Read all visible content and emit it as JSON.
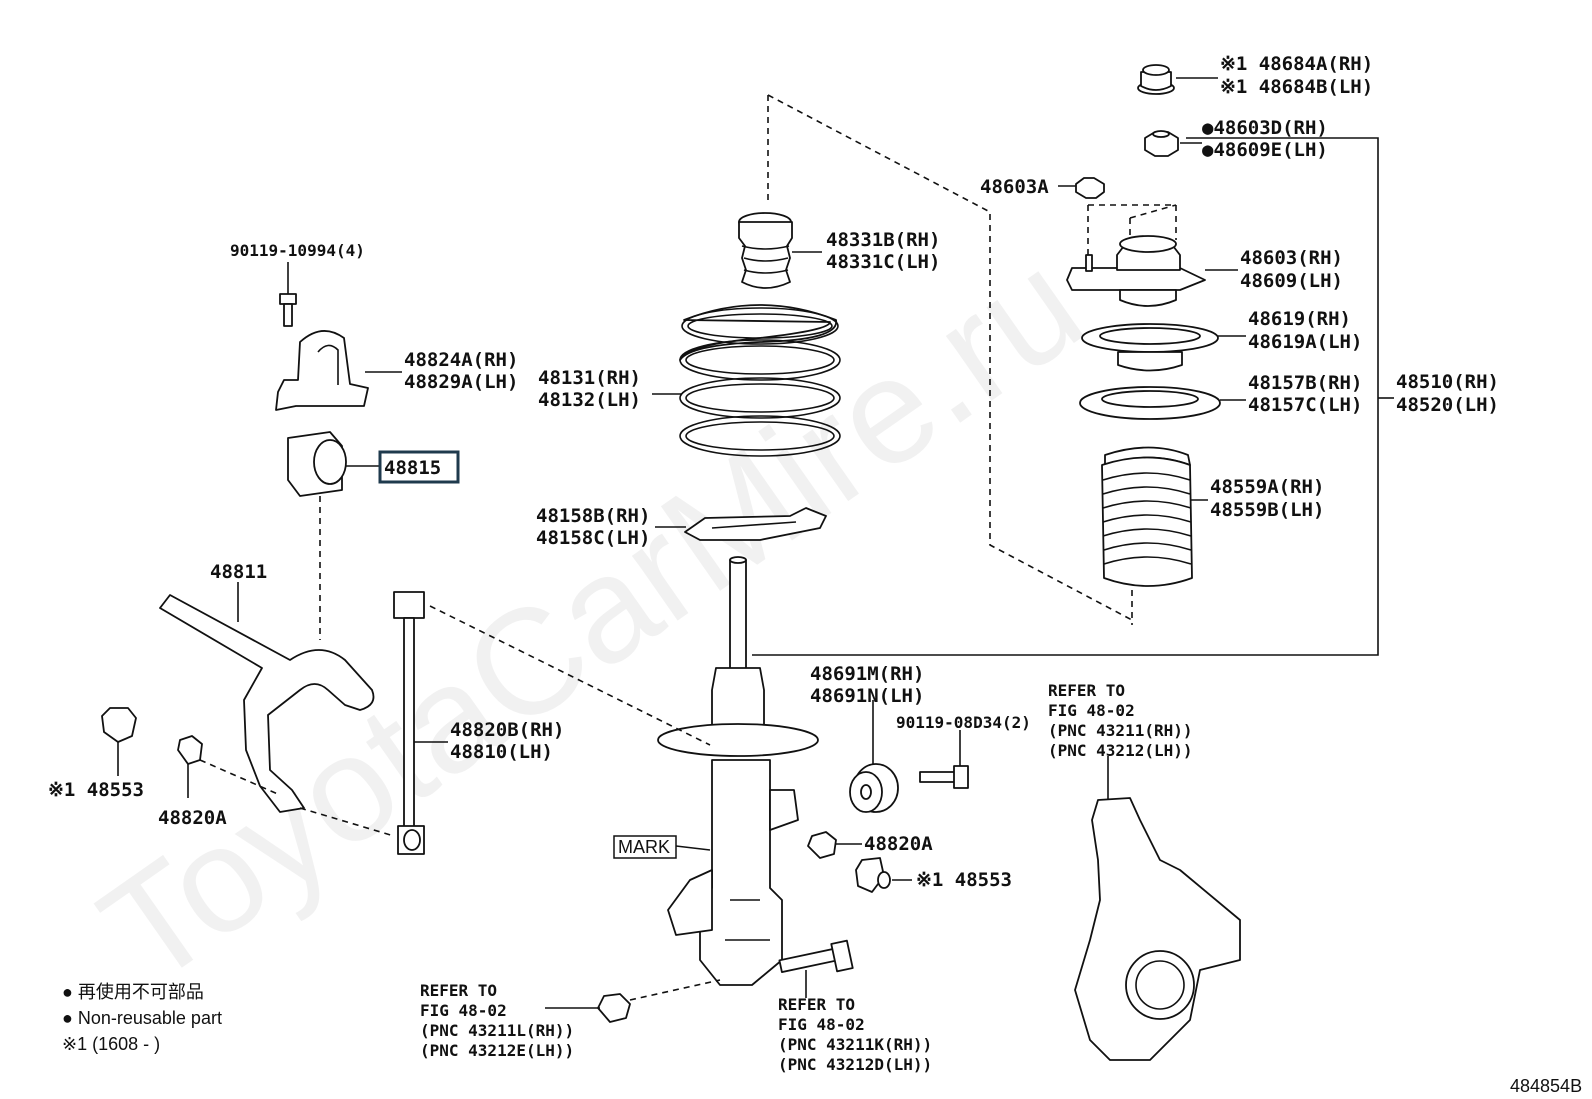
{
  "watermark": "ToyotaCarMire.ru",
  "diagram_id": "484854B",
  "callouts": {
    "p48684": [
      "※1 48684A(RH)",
      "※1 48684B(LH)"
    ],
    "p48603d": [
      "●48603D(RH)",
      "●48609E(LH)"
    ],
    "p48603a": "48603A",
    "p48603": [
      "48603(RH)",
      "48609(LH)"
    ],
    "p48619": [
      "48619(RH)",
      "48619A(LH)"
    ],
    "p48157": [
      "48157B(RH)",
      "48157C(LH)"
    ],
    "p48510": [
      "48510(RH)",
      "48520(LH)"
    ],
    "p48559": [
      "48559A(RH)",
      "48559B(LH)"
    ],
    "p48331": [
      "48331B(RH)",
      "48331C(LH)"
    ],
    "p48131": [
      "48131(RH)",
      "48132(LH)"
    ],
    "p48158": [
      "48158B(RH)",
      "48158C(LH)"
    ],
    "p90119a": "90119-10994(4)",
    "p48824": [
      "48824A(RH)",
      "48829A(LH)"
    ],
    "p48815": "48815",
    "p48811": "48811",
    "p48820b": [
      "48820B(RH)",
      "48810(LH)"
    ],
    "p48553l": "※1 48553",
    "p48820al": "48820A",
    "p48691": [
      "48691M(RH)",
      "48691N(LH)"
    ],
    "p90119b": "90119-08D34(2)",
    "mark": "MARK",
    "p48820ar": "48820A",
    "p48553r": "※1 48553",
    "ref_knuckle": [
      "REFER TO",
      "FIG 48-02",
      "(PNC 43211(RH))",
      "(PNC 43212(LH))"
    ],
    "ref_nut": [
      "REFER TO",
      "FIG 48-02",
      "(PNC 43211L(RH))",
      "(PNC 43212E(LH))"
    ],
    "ref_bolt": [
      "REFER TO",
      "FIG 48-02",
      "(PNC 43211K(RH))",
      "(PNC 43212D(LH))"
    ]
  },
  "legend": {
    "line1": "● 再使用不可部品",
    "line2": "● Non-reusable part",
    "line3": "※1 (1608 -       )"
  }
}
